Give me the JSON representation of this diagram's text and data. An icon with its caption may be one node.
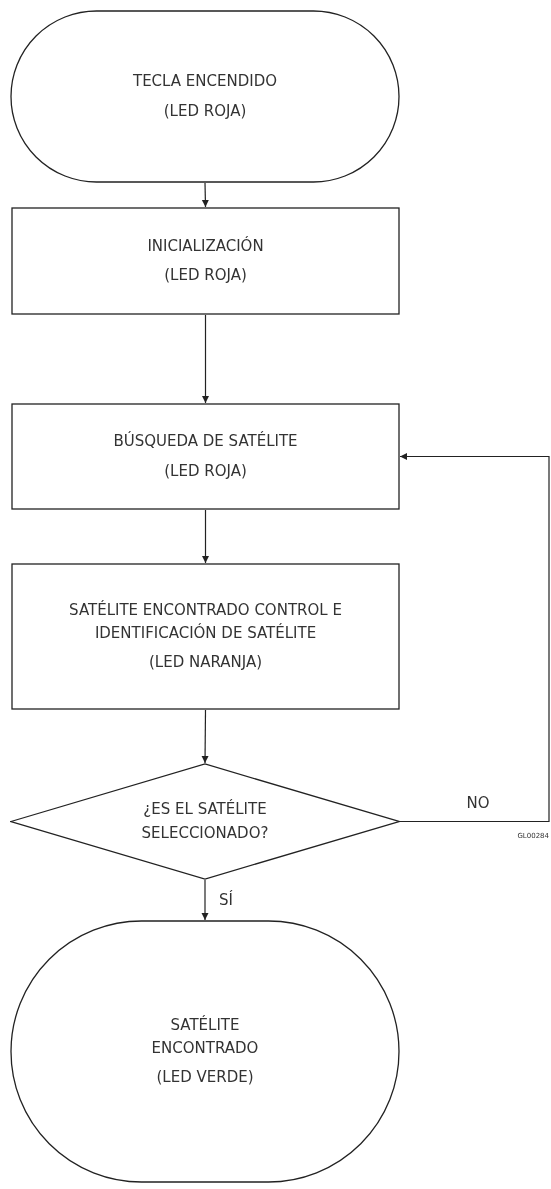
{
  "diagram": {
    "nodes": [
      {
        "text": [
          "TECLA ENCENDIDO",
          "(LED ROJA)"
        ]
      },
      {
        "text": [
          "INICIALIZACIÓN",
          "(LED ROJA)"
        ]
      },
      {
        "text": [
          "BÚSQUEDA DE SATÉLITE",
          "(LED ROJA)"
        ]
      },
      {
        "text": [
          "SATÉLITE ENCONTRADO CONTROL E IDENTIFICACIÓN DE SATÉLITE",
          "(LED NARANJA)"
        ]
      },
      {
        "text": [
          "¿ES EL SATÉLITE SELECCIONADO?"
        ]
      },
      {
        "text": [
          "SATÉLITE ENCONTRADO",
          "(LED VERDE)"
        ]
      }
    ],
    "edges": [
      {
        "from": 0,
        "to": 1,
        "arrow": "to"
      },
      {
        "from": 1,
        "to": 2,
        "arrow": "to"
      },
      {
        "from": 2,
        "to": 3,
        "arrow": "to"
      },
      {
        "from": 3,
        "to": 4,
        "arrow": "to"
      },
      {
        "from": 4,
        "to": 5,
        "arrow": "to",
        "label": "SÍ"
      },
      {
        "from": 4,
        "to": 2,
        "arrow": "to",
        "label": "NO"
      }
    ],
    "labels": [
      "GL00284"
    ]
  }
}
